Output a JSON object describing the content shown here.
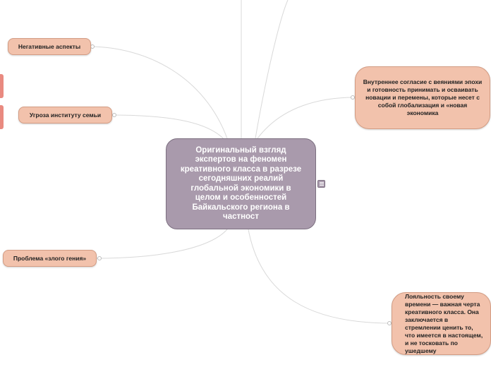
{
  "central_node": {
    "text": "Оригинальный взгляд экспертов на феномен креативного класса в разрезе сегодняшних реалий глобальной экономики в целом и особенностей Байкальского региона в частност"
  },
  "branches": [
    {
      "id": "negative",
      "text": "Негативные аспекты"
    },
    {
      "id": "family",
      "text": "Угроза институту семьи"
    },
    {
      "id": "genius",
      "text": "Проблема «злого гения»"
    },
    {
      "id": "agreement",
      "text": "Внутреннее согласие с веяниями эпохи и готовность принимать и осваивать новации и перемены, которые несет с собой глобализация и «новая экономика"
    },
    {
      "id": "loyalty",
      "text": "Лояльность своему времени — важная черта креативного класса. Она заключается в стремлении ценить то, что имеется в настоящем, и не тосковать по ушедшему"
    }
  ],
  "colors": {
    "central_fill": "#a99aac",
    "branch_fill": "#f2c2ac",
    "connector": "#d9d9d9",
    "stub": "#e98a80"
  },
  "icons": {
    "central_menu": "menu-icon"
  }
}
